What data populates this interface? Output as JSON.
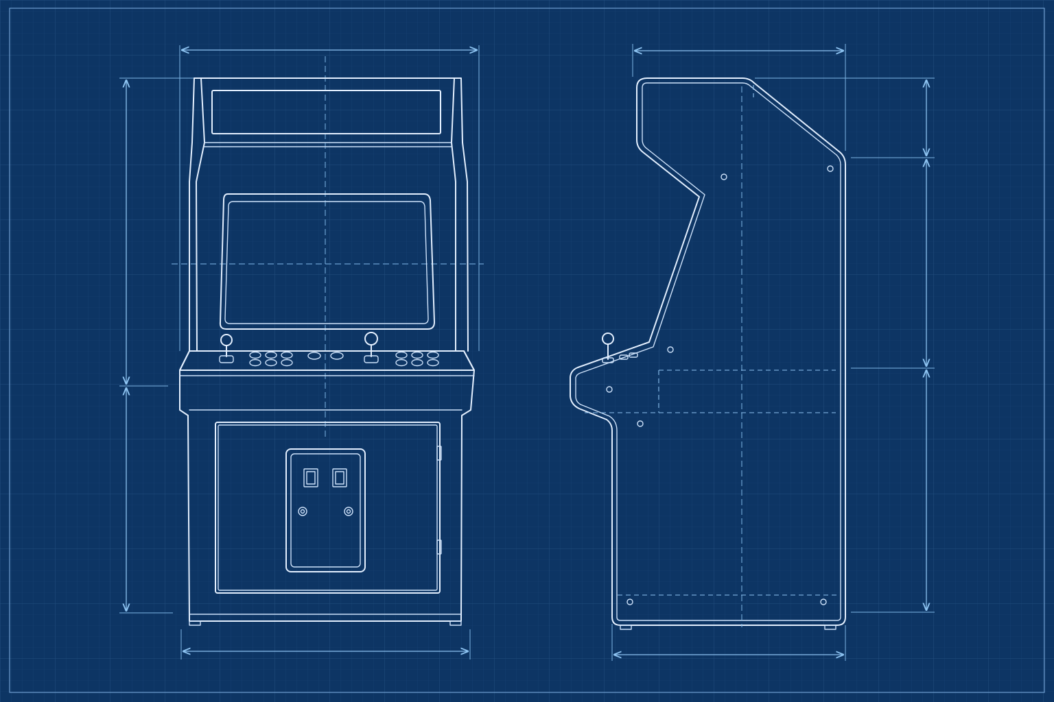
{
  "sheet": {
    "background": "#0d3564",
    "line_color": "#e4f0ff",
    "dimension_color": "#8ec4f2",
    "grid_color": "#1f4a7c"
  },
  "views": [
    {
      "view": "front",
      "components": [
        "marquee",
        "monitor",
        "joystick",
        "joystick",
        "action-buttons",
        "start-buttons",
        "action-buttons",
        "cabinet-door",
        "coin-door",
        "coin-slot",
        "coin-slot",
        "coin-lock",
        "coin-lock",
        "door-hinge",
        "door-hinge"
      ]
    },
    {
      "view": "side",
      "components": [
        "marquee-top",
        "screen-bezel",
        "control-panel",
        "joystick",
        "buttons",
        "cabinet-body",
        "mounting-bolts"
      ]
    }
  ]
}
